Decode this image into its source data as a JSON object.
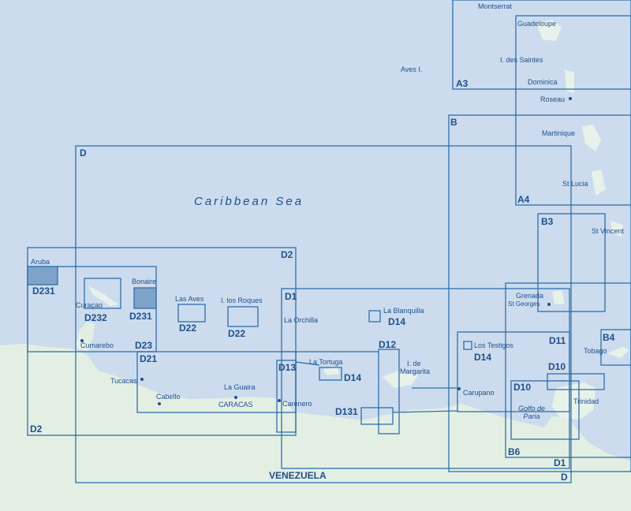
{
  "map": {
    "sea_name": "Caribbean Sea",
    "country_name": "VENEZUELA",
    "colors": {
      "sea": "#ccdcee",
      "land": "#e4efe4",
      "chart_border": "#2f6fa9",
      "label_text": "#1f4f8c",
      "highlight": "#7fa3c8"
    },
    "chart_codes": {
      "A3": "A3",
      "A4": "A4",
      "B": "B",
      "B3": "B3",
      "B4": "B4",
      "B6": "B6",
      "D": "D",
      "D_bottom": "D",
      "D1": "D1",
      "D1_bottom": "D1",
      "D2": "D2",
      "D2_bottom": "D2",
      "D10": "D10",
      "D10_b": "D10",
      "D11": "D11",
      "D12": "D12",
      "D13": "D13",
      "D14_blanquilla": "D14",
      "D14_tortuga": "D14",
      "D14_testigos": "D14",
      "D21": "D21",
      "D22_aves": "D22",
      "D22_roques": "D22",
      "D23": "D23",
      "D131": "D131",
      "D231_aruba": "D231",
      "D231_bonaire": "D231",
      "D232": "D232"
    },
    "places": {
      "montserrat": "Montserrat",
      "guadeloupe": "Guadeloupe",
      "saintes": "I. des Saintes",
      "aves": "Aves I.",
      "dominica": "Dominica",
      "roseau": "Roseau",
      "martinique": "Martinique",
      "st_lucia": "St Lucia",
      "st_vincent": "St Vincent",
      "grenada": "Grenada",
      "st_georges": "St Georges",
      "tobago": "Tobago",
      "trinidad": "Trinidad",
      "aruba": "Aruba",
      "curacao": "Curaçao",
      "bonaire": "Bonaire",
      "las_aves": "Las Aves",
      "los_roques": "I. los Roques",
      "la_orchilla": "La Orchilla",
      "la_blanquilla": "La Blanquilla",
      "la_tortuga": "La Tortuga",
      "margarita_1": "I. de",
      "margarita_2": "Margarita",
      "los_testigos": "Los Testigos",
      "carupano": "Carupano",
      "cumarebo": "Cumarebo",
      "tucacas": "Tucacas",
      "cabello": "Cabello",
      "la_guaira": "La Guaira",
      "caracas": "CARACAS",
      "carenero": "Carenero",
      "gulf_1": "Golfo de",
      "gulf_2": "Paria"
    }
  }
}
